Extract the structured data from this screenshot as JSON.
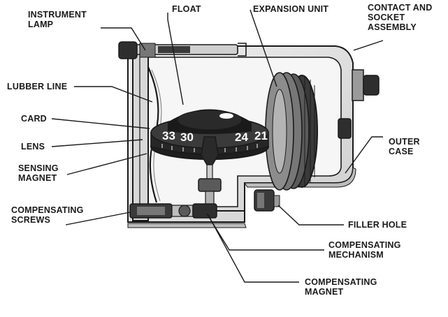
{
  "labels": {
    "instrument_lamp": [
      "INSTRUMENT",
      "LAMP"
    ],
    "float": "FLOAT",
    "expansion_unit": "EXPANSION UNIT",
    "contact_socket": [
      "CONTACT AND",
      "SOCKET",
      "ASSEMBLY"
    ],
    "lubber_line": "LUBBER LINE",
    "card": "CARD",
    "lens": "LENS",
    "sensing_magnet": [
      "SENSING",
      "MAGNET"
    ],
    "outer_case": [
      "OUTER",
      "CASE"
    ],
    "compensating_screws": [
      "COMPENSATING",
      "SCREWS"
    ],
    "filler_hole": "FILLER HOLE",
    "compensating_mechanism": [
      "COMPENSATING",
      "MECHANISM"
    ],
    "compensating_magnet": [
      "COMPENSATING",
      "MAGNET"
    ]
  },
  "card_numbers": [
    "33",
    "30",
    "24",
    "21"
  ],
  "colors": {
    "line": "#1a1a1a",
    "case_fill": "#e2e2e2",
    "case_shadow": "#bdbdbd",
    "dark": "#262626"
  }
}
